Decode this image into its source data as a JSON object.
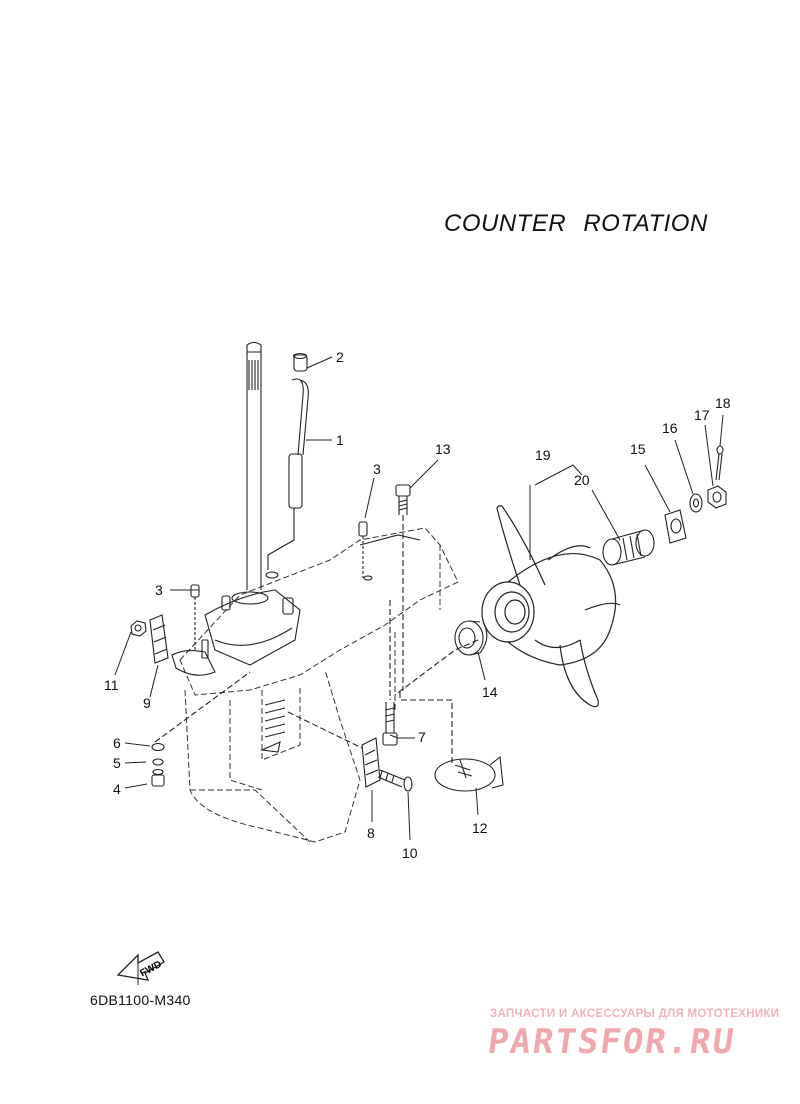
{
  "title": {
    "word1": "COUNTER",
    "word2": "ROTATION"
  },
  "diagram_code": "6DB1100-M340",
  "fwd_label": "FWD",
  "callouts": [
    "1",
    "2",
    "3",
    "3",
    "4",
    "5",
    "6",
    "7",
    "8",
    "9",
    "10",
    "11",
    "12",
    "13",
    "14",
    "15",
    "16",
    "17",
    "18",
    "19",
    "20"
  ],
  "watermark": {
    "top_text": "ЗАПЧАСТИ И АКСЕССУАРЫ ДЛЯ МОТОТЕХНИКИ",
    "logo_text": "PARTSFOR.RU",
    "color": "#f0a8ae"
  },
  "colors": {
    "line": "#222222",
    "paper": "#ffffff"
  }
}
